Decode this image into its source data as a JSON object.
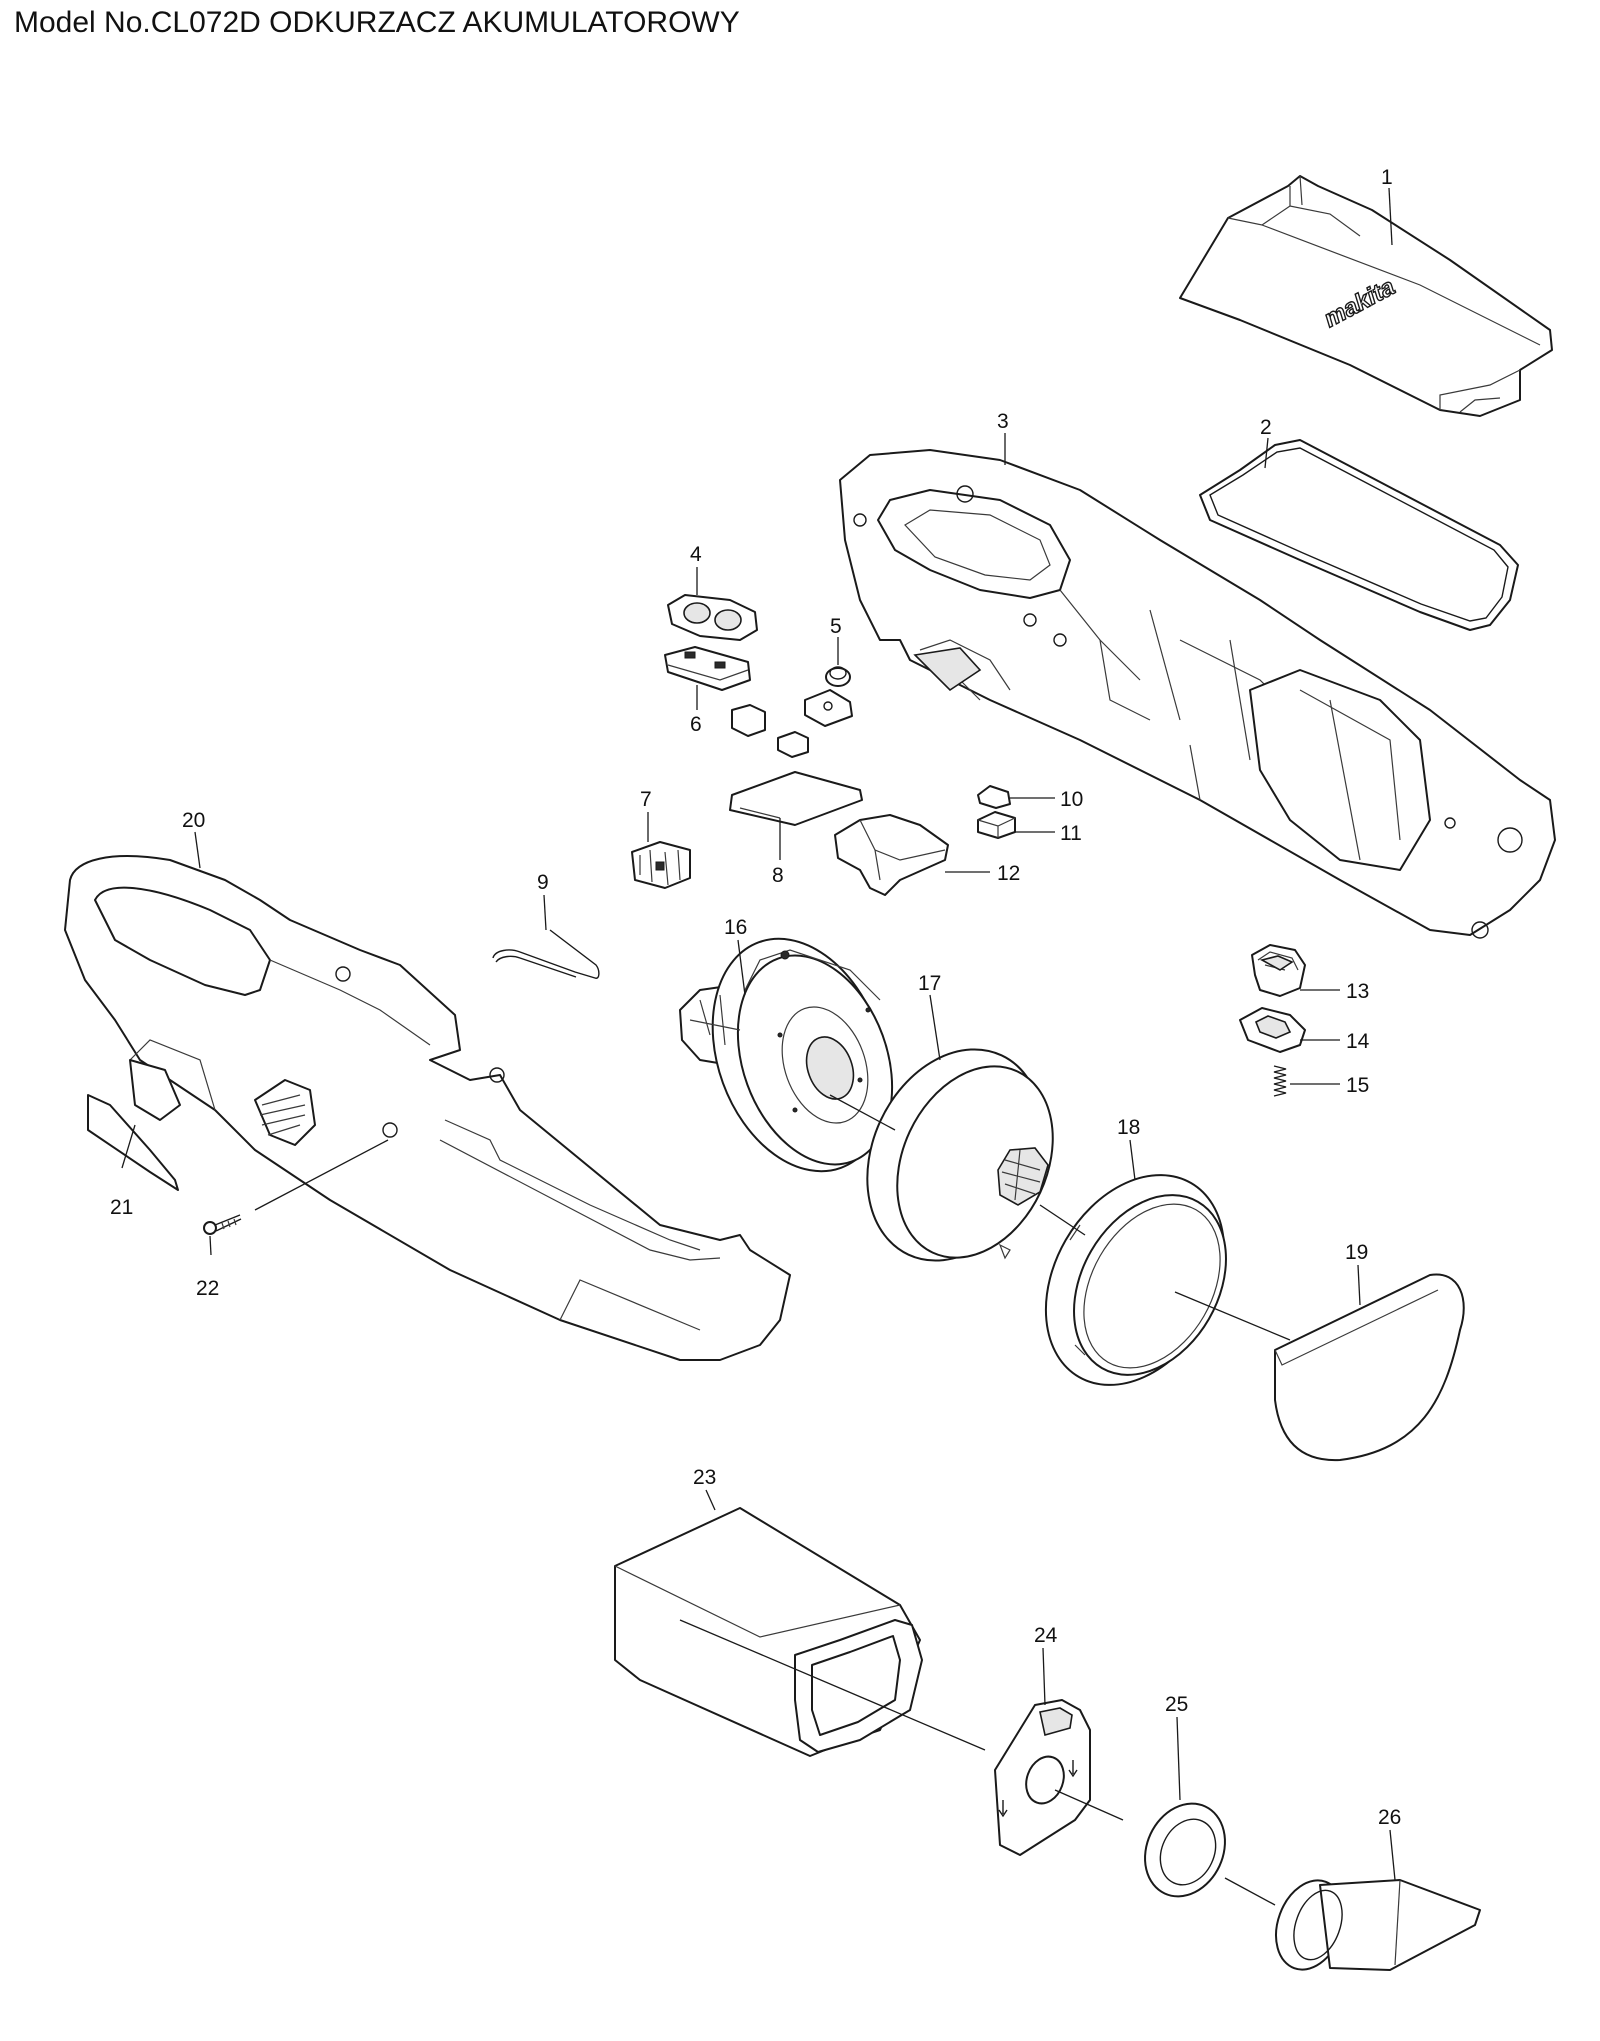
{
  "title": "Model No.CL072D ODKURZACZ AKUMULATOROWY",
  "brand_logo": "makita",
  "parts": [
    {
      "id": "part-1",
      "number": "1"
    },
    {
      "id": "part-2",
      "number": "2"
    },
    {
      "id": "part-3",
      "number": "3"
    },
    {
      "id": "part-4",
      "number": "4"
    },
    {
      "id": "part-5",
      "number": "5"
    },
    {
      "id": "part-6",
      "number": "6"
    },
    {
      "id": "part-7",
      "number": "7"
    },
    {
      "id": "part-8",
      "number": "8"
    },
    {
      "id": "part-9",
      "number": "9"
    },
    {
      "id": "part-10",
      "number": "10"
    },
    {
      "id": "part-11",
      "number": "11"
    },
    {
      "id": "part-12",
      "number": "12"
    },
    {
      "id": "part-13",
      "number": "13"
    },
    {
      "id": "part-14",
      "number": "14"
    },
    {
      "id": "part-15",
      "number": "15"
    },
    {
      "id": "part-16",
      "number": "16"
    },
    {
      "id": "part-17",
      "number": "17"
    },
    {
      "id": "part-18",
      "number": "18"
    },
    {
      "id": "part-19",
      "number": "19"
    },
    {
      "id": "part-20",
      "number": "20"
    },
    {
      "id": "part-21",
      "number": "21"
    },
    {
      "id": "part-22",
      "number": "22"
    },
    {
      "id": "part-23",
      "number": "23"
    },
    {
      "id": "part-24",
      "number": "24"
    },
    {
      "id": "part-25",
      "number": "25"
    },
    {
      "id": "part-26",
      "number": "26"
    }
  ]
}
